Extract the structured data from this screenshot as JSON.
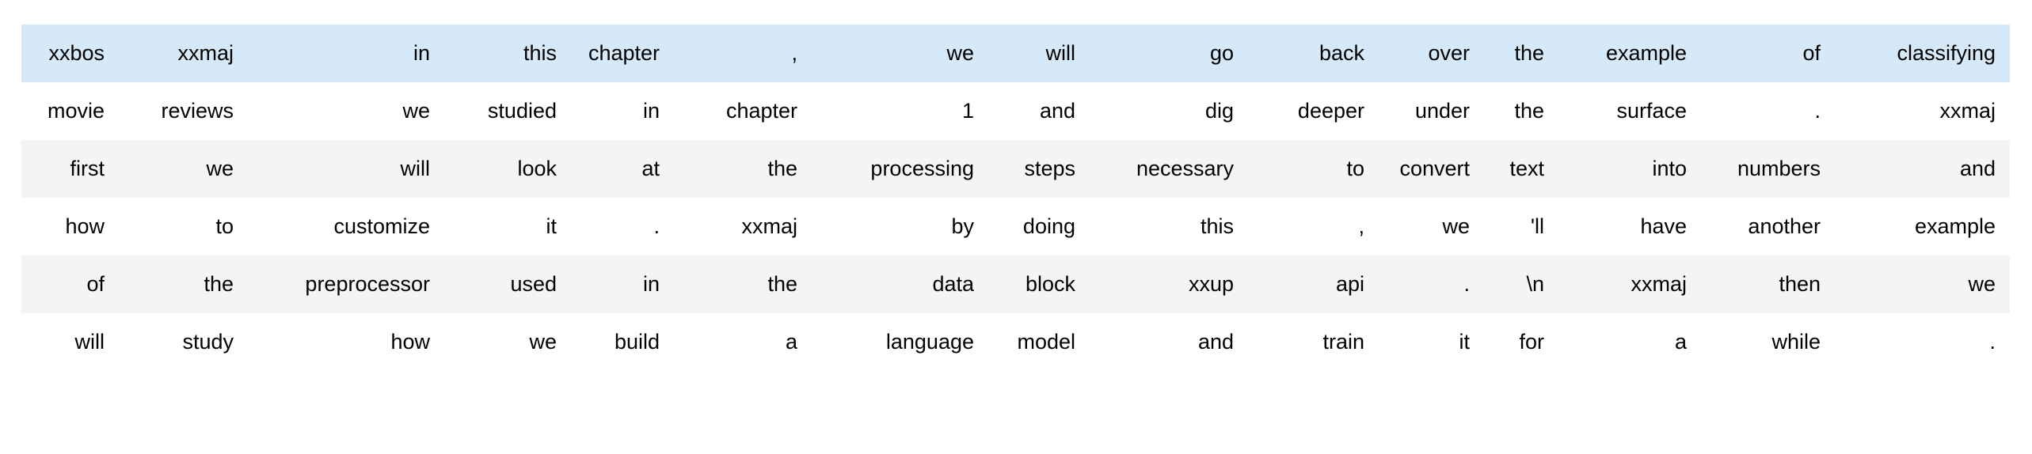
{
  "output_table": {
    "highlight_color": "#d6e9f8",
    "stripe_color": "#f4f4f4",
    "text_color": "#000000",
    "rows": [
      {
        "highlighted": true,
        "tokens": [
          "xxbos",
          "xxmaj",
          "in",
          "this",
          "chapter",
          ",",
          "we",
          "will",
          "go",
          "back",
          "over",
          "the",
          "example",
          "of",
          "classifying"
        ]
      },
      {
        "highlighted": false,
        "tokens": [
          "movie",
          "reviews",
          "we",
          "studied",
          "in",
          "chapter",
          "1",
          "and",
          "dig",
          "deeper",
          "under",
          "the",
          "surface",
          ".",
          "xxmaj"
        ]
      },
      {
        "highlighted": false,
        "tokens": [
          "first",
          "we",
          "will",
          "look",
          "at",
          "the",
          "processing",
          "steps",
          "necessary",
          "to",
          "convert",
          "text",
          "into",
          "numbers",
          "and"
        ]
      },
      {
        "highlighted": false,
        "tokens": [
          "how",
          "to",
          "customize",
          "it",
          ".",
          "xxmaj",
          "by",
          "doing",
          "this",
          ",",
          "we",
          "'ll",
          "have",
          "another",
          "example"
        ]
      },
      {
        "highlighted": false,
        "tokens": [
          "of",
          "the",
          "preprocessor",
          "used",
          "in",
          "the",
          "data",
          "block",
          "xxup",
          "api",
          ".",
          "\\n",
          "xxmaj",
          "then",
          "we"
        ]
      },
      {
        "highlighted": false,
        "tokens": [
          "will",
          "study",
          "how",
          "we",
          "build",
          "a",
          "language",
          "model",
          "and",
          "train",
          "it",
          "for",
          "a",
          "while",
          "."
        ]
      }
    ]
  }
}
